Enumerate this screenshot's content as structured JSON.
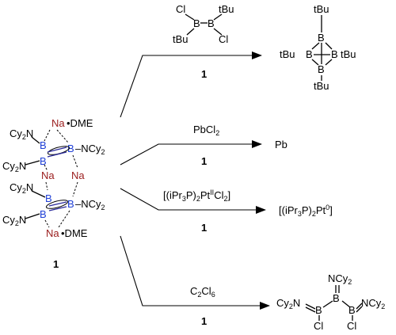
{
  "compound1": {
    "na_top": "Na",
    "dme_top": "•DME",
    "cy2n_1": "Cy",
    "n_1": "N",
    "cy2n_2": "Cy",
    "n_2": "N",
    "cy2n_3": "Cy",
    "n_3": "N",
    "cy2n_4": "Cy",
    "n_4": "N",
    "bn_1": "–NCy",
    "bn_2": "–NCy",
    "b": "B",
    "na_mid_left": "Na",
    "na_mid_right": "Na",
    "na_bottom": "Na",
    "dme_bottom": "•DME",
    "sub2": "2",
    "label": "1"
  },
  "reactions": [
    {
      "reagent_cl": "Cl",
      "reagent_tbu": "tBu",
      "reagent_b": "B",
      "compound_label": "1",
      "product_tbu": "tBu",
      "product_b": "B"
    },
    {
      "reagent": "PbCl",
      "reagent_sub": "2",
      "compound_label": "1",
      "product": "Pb"
    },
    {
      "reagent_a": "[(iPr",
      "reagent_b": "3",
      "reagent_c": "P)",
      "reagent_d": "2",
      "reagent_e": "Pt",
      "reagent_f": "II",
      "reagent_g": "Cl",
      "reagent_h": "2",
      "reagent_i": "]",
      "compound_label": "1",
      "product_a": "[(iPr",
      "product_b": "3",
      "product_c": "P)",
      "product_d": "2",
      "product_e": "Pt",
      "product_f": "0",
      "product_g": "]"
    },
    {
      "reagent": "C",
      "reagent_sub1": "2",
      "reagent_cl": "Cl",
      "reagent_sub2": "6",
      "compound_label": "1",
      "product_cy": "Cy",
      "product_n": "N",
      "product_sub": "2",
      "product_b": "B",
      "product_cl": "Cl",
      "product_ncy": "NCy"
    }
  ]
}
